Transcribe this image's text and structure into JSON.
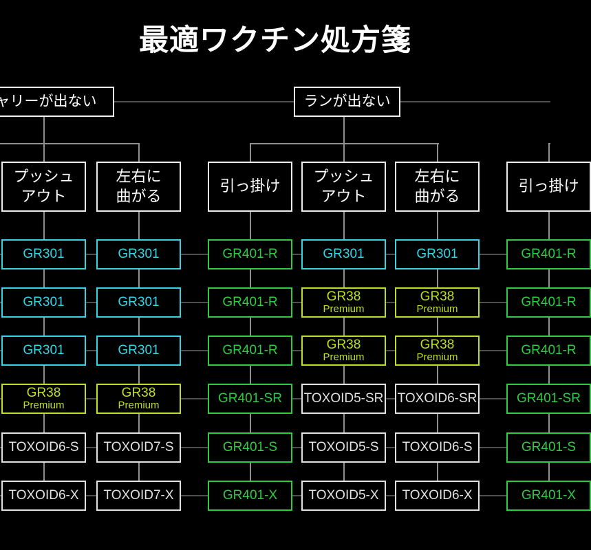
{
  "title": "最適ワクチン処方箋",
  "colors": {
    "cyan": "#33d5e6",
    "green": "#2ecc40",
    "yellow_green": "#bce026",
    "white": "#e2e2e2",
    "rail_dim": "#4f4f4f",
    "rail_lit": "#8f8f8f"
  },
  "parents": [
    {
      "label": "ャリーが出ない"
    },
    {
      "label": "ランが出ない"
    }
  ],
  "columns": [
    {
      "category": "プッシュ\nアウト",
      "parent": 0,
      "products": [
        {
          "label": "GR301",
          "color": "cyan"
        },
        {
          "label": "GR301",
          "color": "cyan"
        },
        {
          "label": "GR301",
          "color": "cyan"
        },
        {
          "label": "GR38",
          "sub": "Premium",
          "color": "yellow_green"
        },
        {
          "label": "TOXOID6-S",
          "color": "white"
        },
        {
          "label": "TOXOID6-X",
          "color": "white"
        }
      ]
    },
    {
      "category": "左右に\n曲がる",
      "parent": 0,
      "products": [
        {
          "label": "GR301",
          "color": "cyan"
        },
        {
          "label": "GR301",
          "color": "cyan"
        },
        {
          "label": "GR301",
          "color": "cyan"
        },
        {
          "label": "GR38",
          "sub": "Premium",
          "color": "yellow_green"
        },
        {
          "label": "TOXOID7-S",
          "color": "white"
        },
        {
          "label": "TOXOID7-X",
          "color": "white"
        }
      ]
    },
    {
      "category": "引っ掛け",
      "parent": 1,
      "products": [
        {
          "label": "GR401-R",
          "color": "green"
        },
        {
          "label": "GR401-R",
          "color": "green"
        },
        {
          "label": "GR401-R",
          "color": "green"
        },
        {
          "label": "GR401-SR",
          "color": "green"
        },
        {
          "label": "GR401-S",
          "color": "green"
        },
        {
          "label": "GR401-X",
          "color": "green"
        }
      ]
    },
    {
      "category": "プッシュ\nアウト",
      "parent": 1,
      "products": [
        {
          "label": "GR301",
          "color": "cyan"
        },
        {
          "label": "GR38",
          "sub": "Premium",
          "color": "yellow_green"
        },
        {
          "label": "GR38",
          "sub": "Premium",
          "color": "yellow_green"
        },
        {
          "label": "TOXOID5-SR",
          "color": "white"
        },
        {
          "label": "TOXOID5-S",
          "color": "white"
        },
        {
          "label": "TOXOID5-X",
          "color": "white"
        }
      ]
    },
    {
      "category": "左右に\n曲がる",
      "parent": 1,
      "products": [
        {
          "label": "GR301",
          "color": "cyan"
        },
        {
          "label": "GR38",
          "sub": "Premium",
          "color": "yellow_green"
        },
        {
          "label": "GR38",
          "sub": "Premium",
          "color": "yellow_green"
        },
        {
          "label": "TOXOID6-SR",
          "color": "white"
        },
        {
          "label": "TOXOID6-S",
          "color": "white"
        },
        {
          "label": "TOXOID6-X",
          "color": "white"
        }
      ]
    },
    {
      "category": "引っ掛け",
      "parent": 2,
      "products": [
        {
          "label": "GR401-R",
          "color": "green"
        },
        {
          "label": "GR401-R",
          "color": "green"
        },
        {
          "label": "GR401-R",
          "color": "green"
        },
        {
          "label": "GR401-SR",
          "color": "green"
        },
        {
          "label": "GR401-S",
          "color": "green"
        },
        {
          "label": "GR401-X",
          "color": "green"
        }
      ]
    }
  ]
}
